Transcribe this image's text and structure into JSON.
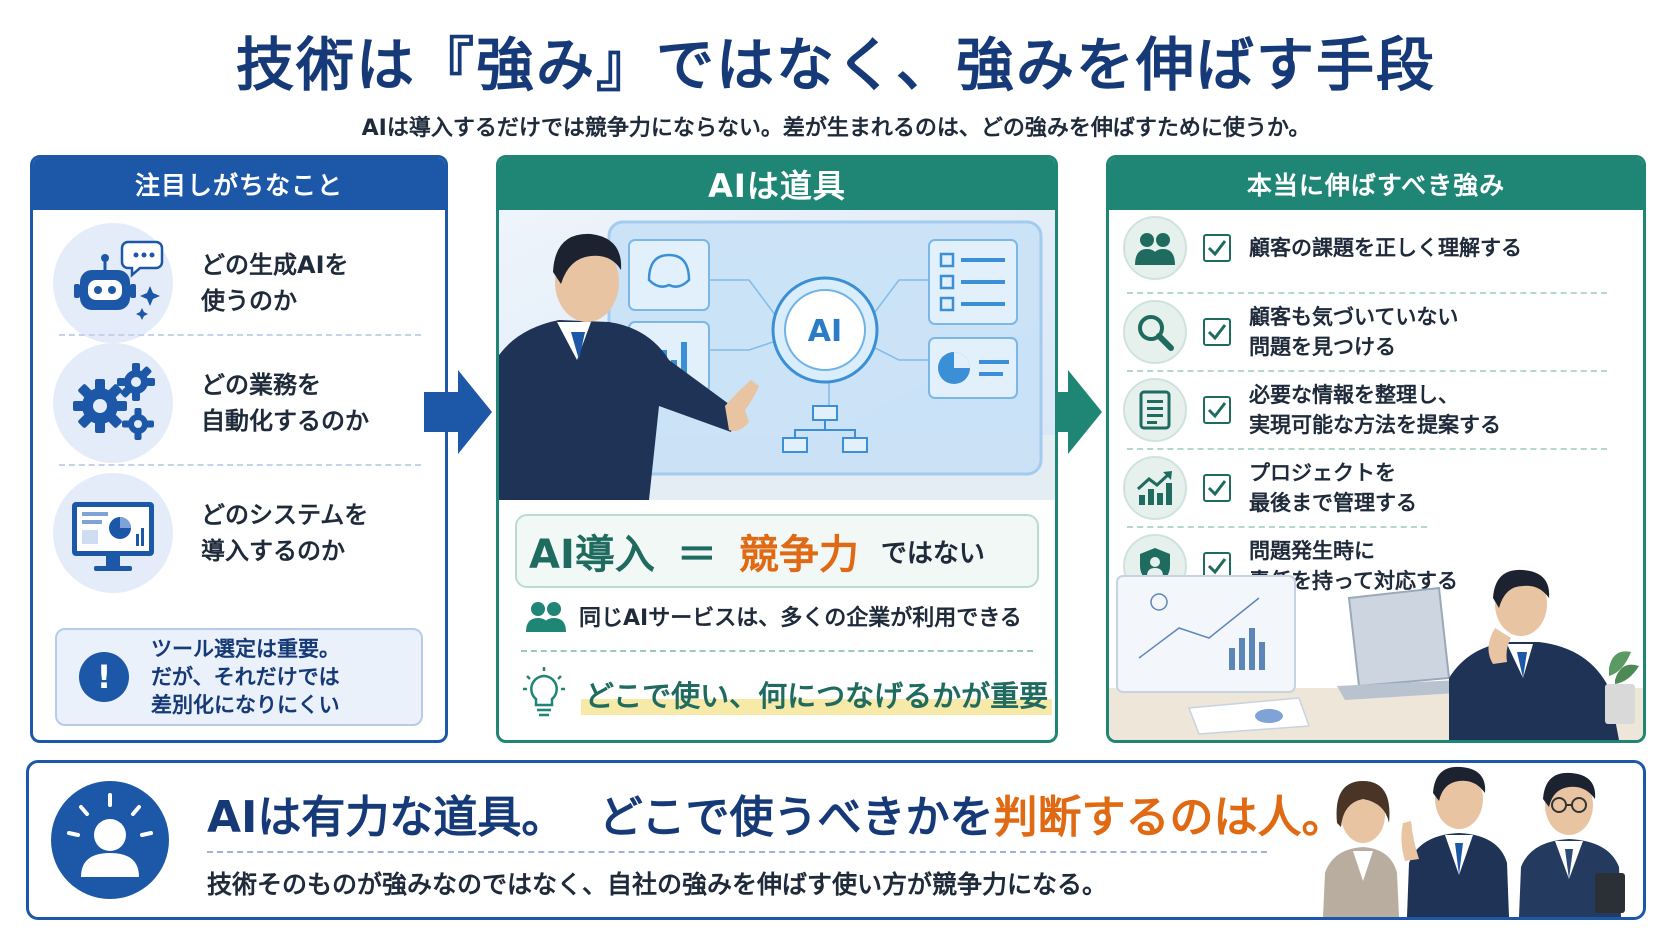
{
  "title": "技術は『強み』ではなく、強みを伸ばす手段",
  "subtitle": "AIは導入するだけでは競争力にならない。差が生まれるのは、どの強みを伸ばすために使うか。",
  "left_panel": {
    "header": "注目しがちなこと",
    "items": [
      {
        "line1": "どの生成AIを",
        "line2": "使うのか",
        "icon": "chatbot-icon"
      },
      {
        "line1": "どの業務を",
        "line2": "自動化するのか",
        "icon": "gears-icon"
      },
      {
        "line1": "どのシステムを",
        "line2": "導入するのか",
        "icon": "monitor-dashboard-icon"
      }
    ],
    "note": {
      "line1": "ツール選定は重要。",
      "line2": "だが、それだけでは",
      "line3": "差別化になりにくい",
      "icon": "!"
    }
  },
  "center_panel": {
    "header": "AIは道具",
    "screen_label": "AI",
    "equation": {
      "left": "AI導入",
      "op": "＝",
      "right": "競争力",
      "suffix": "ではない"
    },
    "row1": "同じAIサービスは、多くの企業が利用できる",
    "row2": "どこで使い、何につなげるかが重要"
  },
  "right_panel": {
    "header": "本当に伸ばすべき強み",
    "items": [
      {
        "line1": "顧客の課題を正しく理解する",
        "line2": "",
        "icon": "people-icon"
      },
      {
        "line1": "顧客も気づいていない",
        "line2": "問題を見つける",
        "icon": "magnifier-icon"
      },
      {
        "line1": "必要な情報を整理し、",
        "line2": "実現可能な方法を提案する",
        "icon": "document-icon"
      },
      {
        "line1": "プロジェクトを",
        "line2": "最後まで管理する",
        "icon": "growth-chart-icon"
      },
      {
        "line1": "問題発生時に",
        "line2": "責任を持って対応する",
        "icon": "shield-person-icon"
      }
    ]
  },
  "banner": {
    "headline_a": "AIは有力な道具。",
    "headline_b": "どこで使うべきかを",
    "headline_hl": "判断するのは人。",
    "sub": "技術そのものが強みなのではなく、自社の強みを伸ばす使い方が競争力になる。"
  },
  "colors": {
    "navy": "#163a78",
    "blue": "#1d58a8",
    "teal": "#1f8575",
    "orange": "#e06a14"
  }
}
